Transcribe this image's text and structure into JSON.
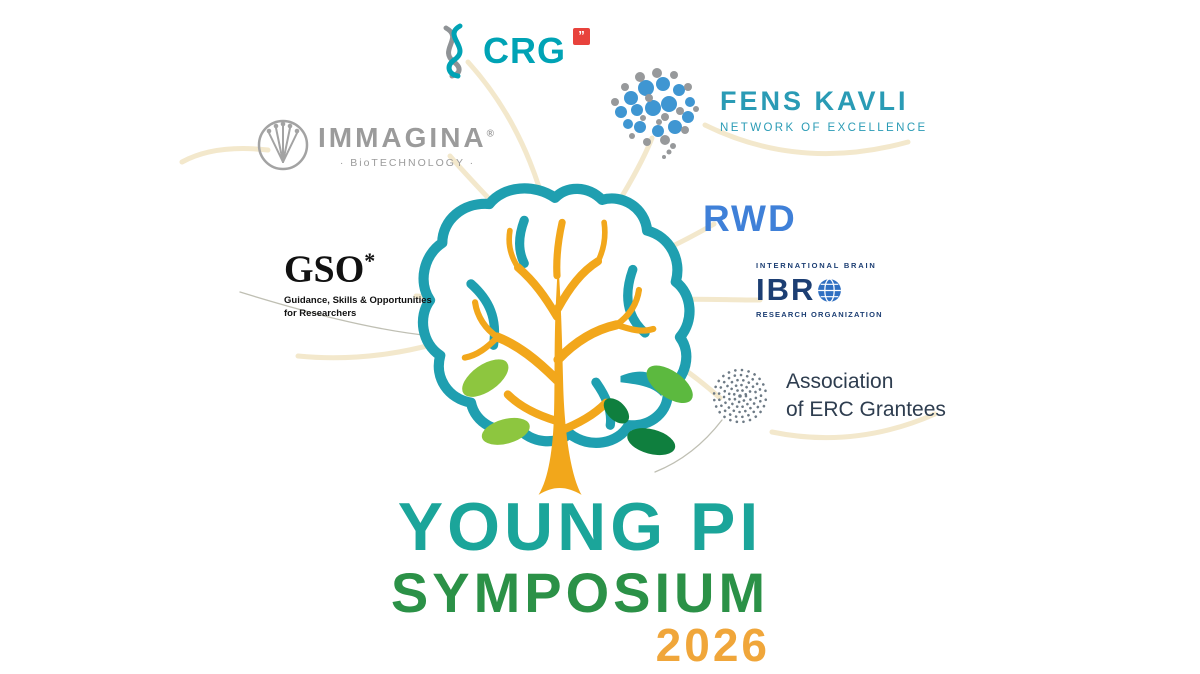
{
  "title": {
    "line1": "YOUNG PI",
    "line2": "SYMPOSIUM",
    "year": "2026"
  },
  "logos": {
    "crg": {
      "name": "CRG",
      "mark": "”"
    },
    "fens_kavli": {
      "line1": "FENS KAVLI",
      "line2": "NETWORK OF EXCELLENCE"
    },
    "immagina": {
      "name": "IMMAGINA",
      "reg": "®",
      "tagline": "· BioTECHNOLOGY ·"
    },
    "gso": {
      "name": "GSO",
      "asterisk": "*",
      "tagline_line1": "Guidance, Skills & Opportunities",
      "tagline_line2": "for Researchers"
    },
    "rwd": {
      "name": "RWD"
    },
    "ibro": {
      "top": "INTERNATIONAL BRAIN",
      "main": "IBR",
      "bottom": "RESEARCH ORGANIZATION"
    },
    "erc": {
      "line1": "Association",
      "line2": "of ERC Grantees"
    }
  },
  "colors": {
    "brain_teal": "#1f9fb0",
    "trunk_orange": "#f2a71b",
    "leaf_light": "#8dc63f",
    "leaf_dark": "#0f7f3e",
    "title_teal": "#1ba59a",
    "title_green": "#2b9147",
    "title_orange": "#f0a63a",
    "fens_teal": "#2a9bb5",
    "rwd_blue": "#3f80d8",
    "ibro_navy": "#1c3e73",
    "erc_dark": "#2e3d4f",
    "immagina_gray": "#9b9b9b",
    "crg_teal": "#00a3b5",
    "crg_red": "#e8423c",
    "branch_cream": "#f3e8cc"
  }
}
